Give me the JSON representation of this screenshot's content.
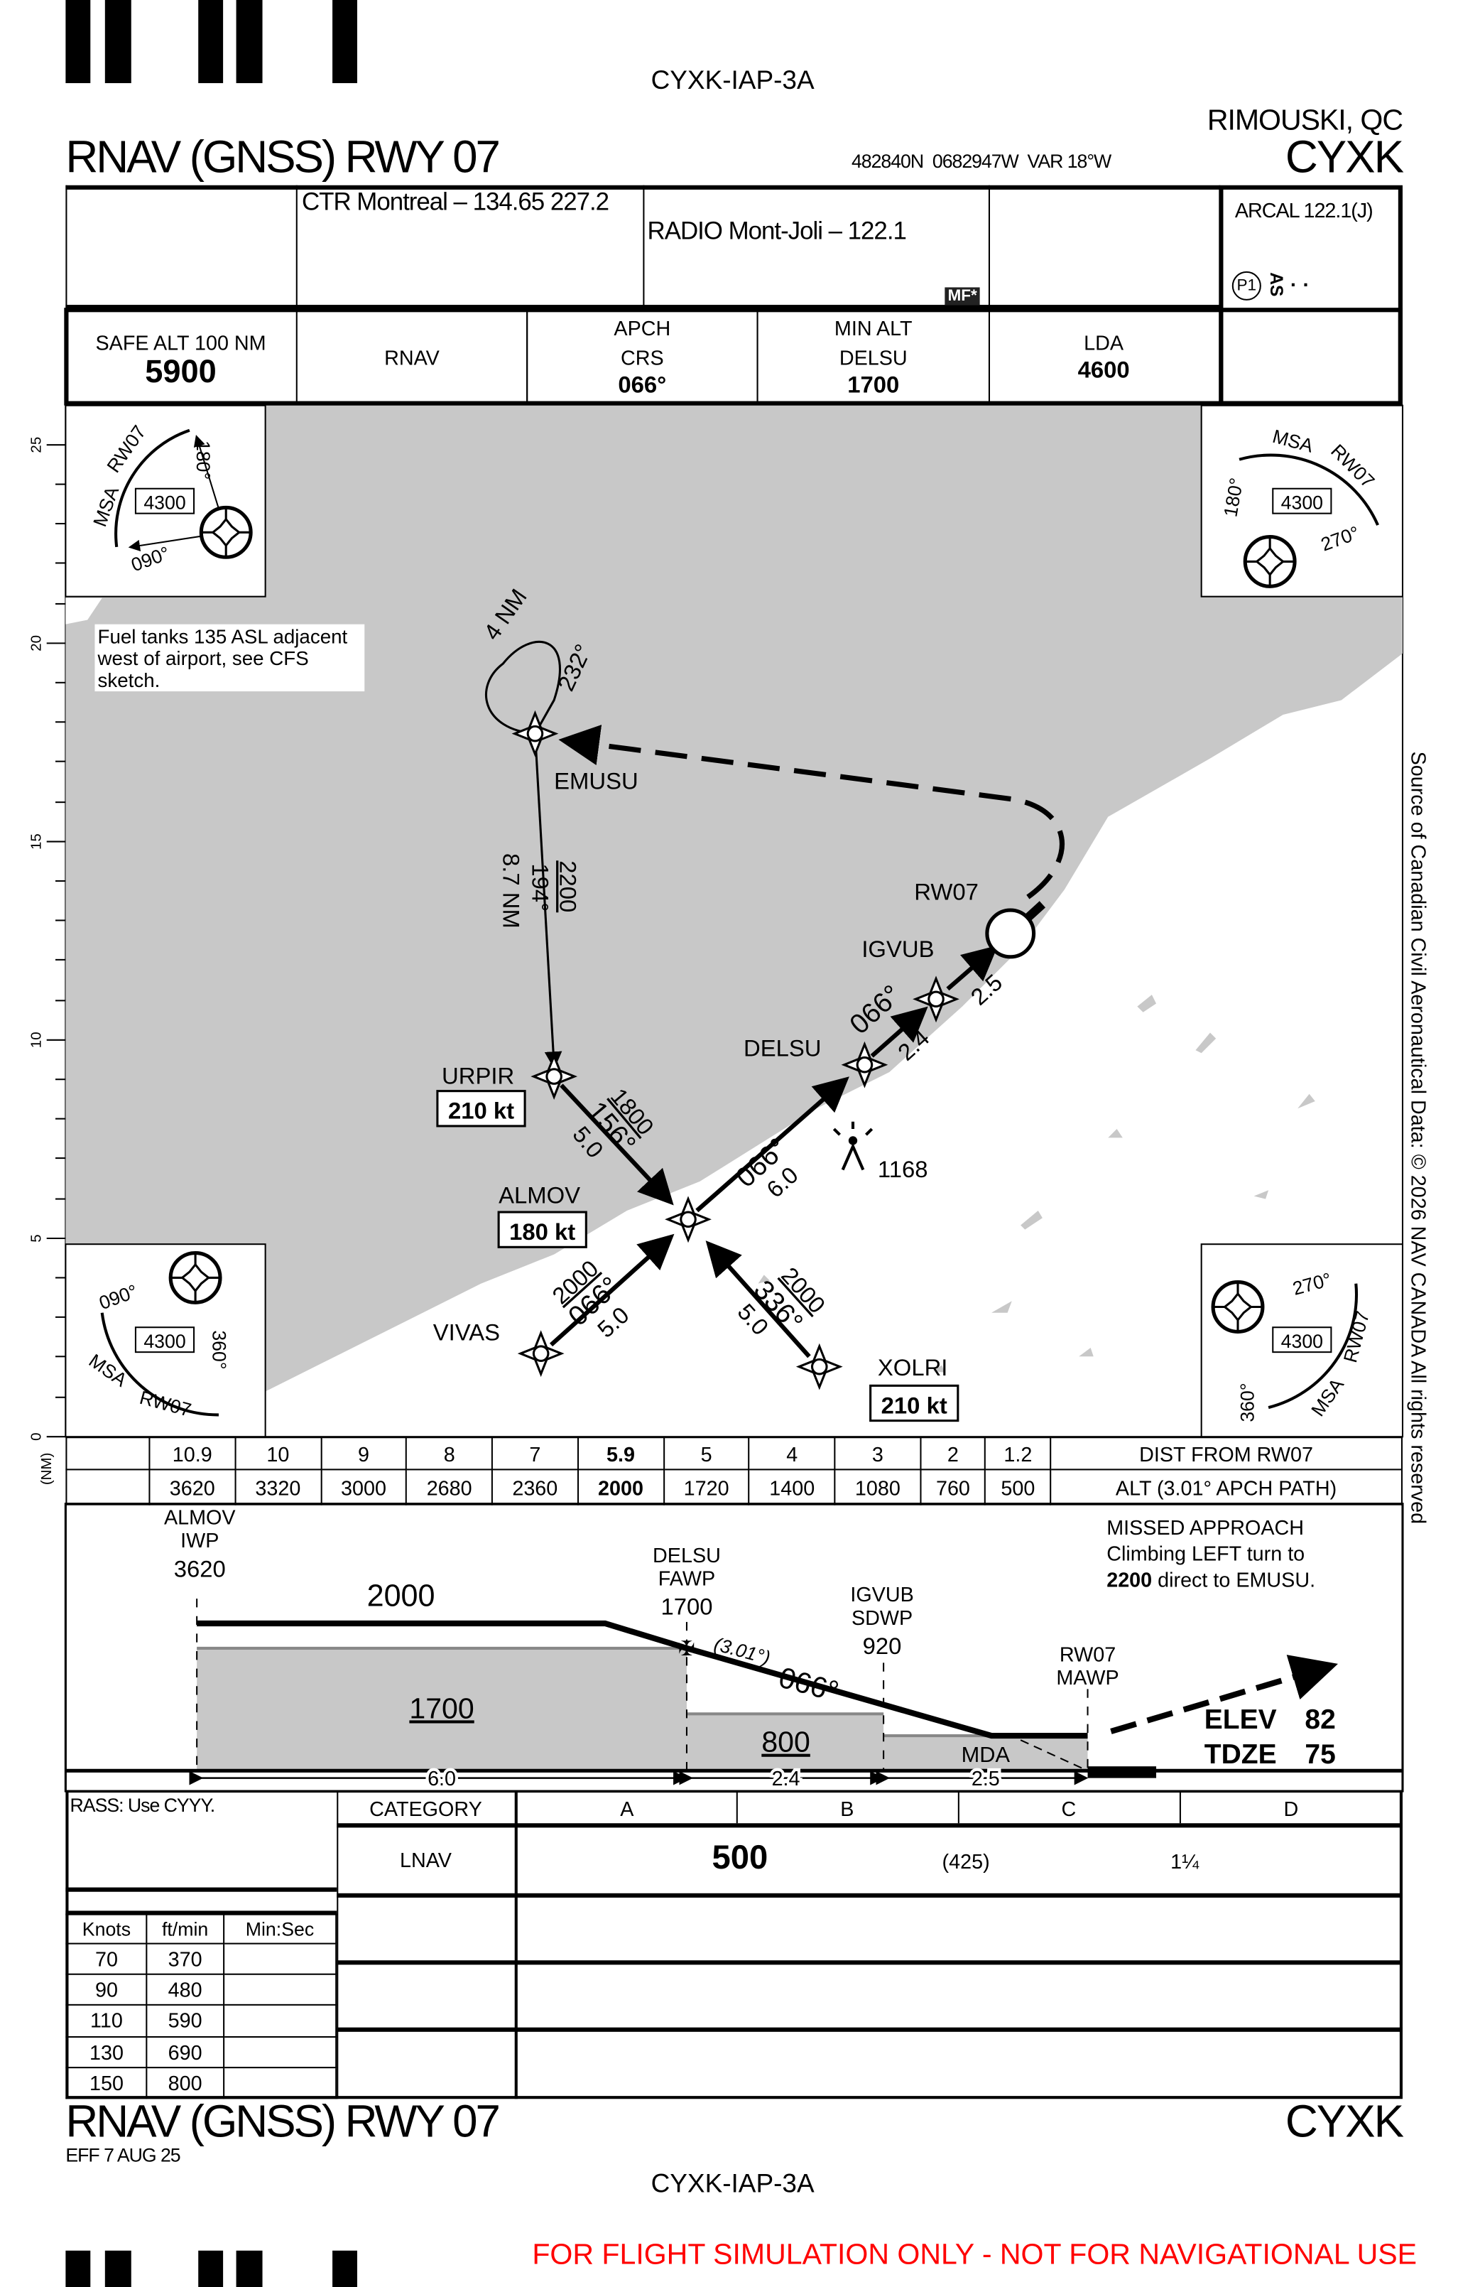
{
  "header": {
    "chart_id": "CYXK-IAP-3A",
    "title": "RNAV (GNSS) RWY 07",
    "city": "RIMOUSKI, QC",
    "airport": "CYXK",
    "coords": "482840N  0682947W  VAR 18°W"
  },
  "comms": {
    "ctr": "CTR Montreal – 134.65  227.2",
    "radio": "RADIO Mont-Joli – 122.1",
    "mf": "MF*",
    "arcal": "ARCAL 122.1(J)",
    "p1": "P1",
    "as": "AS"
  },
  "briefing": {
    "safe_alt_label": "SAFE ALT 100 NM",
    "safe_alt": "5900",
    "nav": "RNAV",
    "apch_label1": "APCH",
    "apch_label2": "CRS",
    "apch_crs": "066°",
    "min_alt_label1": "MIN ALT",
    "min_alt_label2": "DELSU",
    "min_alt": "1700",
    "lda_label": "LDA",
    "lda": "4600"
  },
  "plan": {
    "scale_ticks": [
      "25",
      "20",
      "15",
      "10",
      "5",
      "0"
    ],
    "scale_unit": "(NM)",
    "note": [
      "Fuel tanks 135 ASL adjacent",
      "west of airport, see CFS",
      "sketch."
    ],
    "msa": {
      "label": "MSA",
      "rwy": "RW07",
      "alt": "4300",
      "b1": "090°",
      "b2": "180°",
      "b3": "270°",
      "b4": "360°"
    },
    "waypoints": {
      "emusu": "EMUSU",
      "urpir": "URPIR",
      "almov": "ALMOV",
      "vivas": "VIVAS",
      "xolri": "XOLRI",
      "delsu": "DELSU",
      "igvub": "IGVUB",
      "rw07": "RW07"
    },
    "speed_urpir": "210 kt",
    "speed_almov": "180 kt",
    "speed_xolri": "210 kt",
    "hold": {
      "leg": "4 NM",
      "crs": "232°"
    },
    "leg_emusu_urpir": {
      "dist": "8.7 NM",
      "crs": "194°",
      "alt": "2200"
    },
    "leg_urpir_almov": {
      "alt": "1800",
      "crs": "156°",
      "dist": "5.0"
    },
    "leg_vivas_almov": {
      "alt": "2000",
      "crs": "066°",
      "dist": "5.0"
    },
    "leg_xolri_almov": {
      "alt": "2000",
      "crs": "336°",
      "dist": "5.0"
    },
    "leg_almov_delsu": {
      "crs": "066°",
      "dist": "6.0"
    },
    "leg_delsu_igvub": {
      "crs": "066°",
      "dist": "2.4"
    },
    "leg_igvub_rw07": {
      "dist": "2.5"
    },
    "obstacle": "1168",
    "copyright": "Source of Canadian Civil Aeronautical Data: © 2026 NAV CANADA All rights reserved"
  },
  "descent_table": {
    "dist_label": "DIST FROM RW07",
    "alt_label": "ALT (3.01° APCH PATH)",
    "dist": [
      "10.9",
      "10",
      "9",
      "8",
      "7",
      "5.9",
      "5",
      "4",
      "3",
      "2",
      "1.2"
    ],
    "alt": [
      "3620",
      "3320",
      "3000",
      "2680",
      "2360",
      "2000",
      "1720",
      "1400",
      "1080",
      "760",
      "500"
    ]
  },
  "profile": {
    "almov": [
      "ALMOV",
      "IWP",
      "3620"
    ],
    "delsu": [
      "DELSU",
      "FAWP",
      "1700"
    ],
    "igvub": [
      "IGVUB",
      "SDWP",
      "920"
    ],
    "rw07": [
      "RW07",
      "MAWP"
    ],
    "level_alt": "2000",
    "glide": "(3.01°)",
    "crs": "066°",
    "min1": "1700",
    "min2": "800",
    "mda": "MDA",
    "seg1": "6.0",
    "seg2": "2.4",
    "seg3": "2.5",
    "missed": [
      "MISSED APPROACH",
      "Climbing LEFT turn to",
      "2200",
      " direct to EMUSU."
    ],
    "elev_label": "ELEV",
    "elev": "82",
    "tdze_label": "TDZE",
    "tdze": "75"
  },
  "minima": {
    "rass": "RASS: Use CYYY.",
    "category": "CATEGORY",
    "cats": [
      "A",
      "B",
      "C",
      "D"
    ],
    "lnav": "LNAV",
    "mda": "500",
    "hat": "(425)",
    "vis": "1¼",
    "rate_headers": [
      "Knots",
      "ft/min",
      "Min:Sec"
    ],
    "rates": [
      [
        "70",
        "370"
      ],
      [
        "90",
        "480"
      ],
      [
        "110",
        "590"
      ],
      [
        "130",
        "690"
      ],
      [
        "150",
        "800"
      ]
    ]
  },
  "footer": {
    "title": "RNAV (GNSS) RWY 07",
    "airport": "CYXK",
    "eff": "EFF 7 AUG 25",
    "chart_id": "CYXK-IAP-3A",
    "disclaimer": "FOR FLIGHT SIMULATION ONLY - NOT FOR NAVIGATIONAL USE"
  },
  "colors": {
    "land": "#c8c8c8",
    "disclaimer": "#ff0000"
  }
}
